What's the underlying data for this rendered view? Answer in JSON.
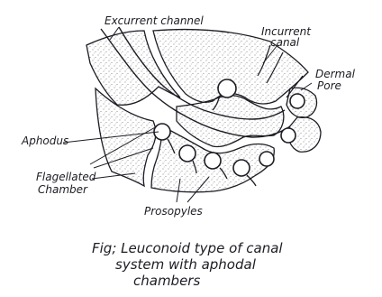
{
  "labels": {
    "excurrent_channel": "Excurrent channel",
    "incurrent_canal_line1": "Incurrent",
    "incurrent_canal_line2": "canal",
    "dermal_pore_line1": "Dermal",
    "dermal_pore_line2": "Pore",
    "aphodus": "Aphodus",
    "flagellated_line1": "Flagellated",
    "flagellated_line2": "Chamber",
    "prosopyles": "Prosopyles"
  },
  "caption": {
    "line1": "Fig; Leuconoid type of canal",
    "line2": "system with aphodal",
    "line3": "chambers"
  },
  "colors": {
    "ink": "#1c1c24",
    "paper": "#ffffff",
    "stipple": "#6b6b70"
  }
}
